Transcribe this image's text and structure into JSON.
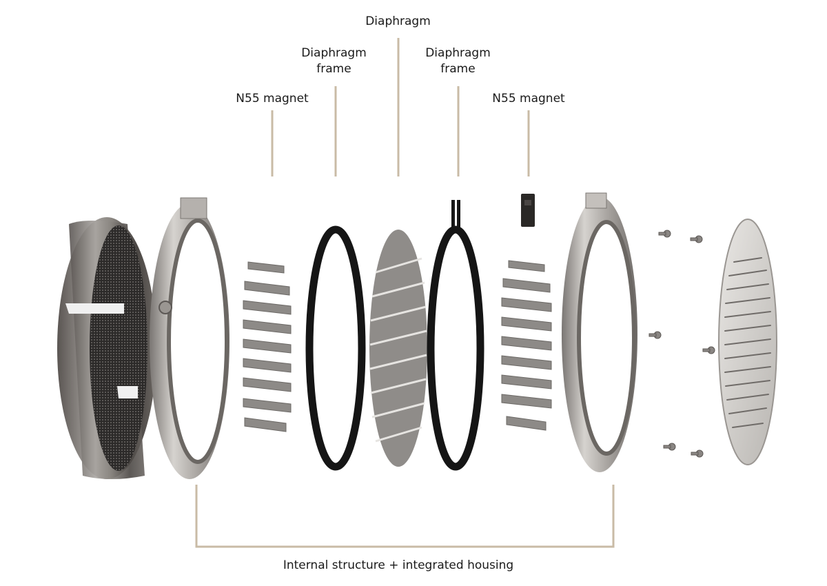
{
  "labels": {
    "diaphragm": "Diaphragm",
    "diaphragm_frame_left": [
      "Diaphragm",
      "frame"
    ],
    "diaphragm_frame_right": [
      "Diaphragm",
      "frame"
    ],
    "magnet_left": "N55 magnet",
    "magnet_right": "N55 magnet",
    "housing": "Internal structure + integrated housing"
  },
  "colors": {
    "leader_line": "#c9bba6",
    "text": "#1a1a1a"
  }
}
